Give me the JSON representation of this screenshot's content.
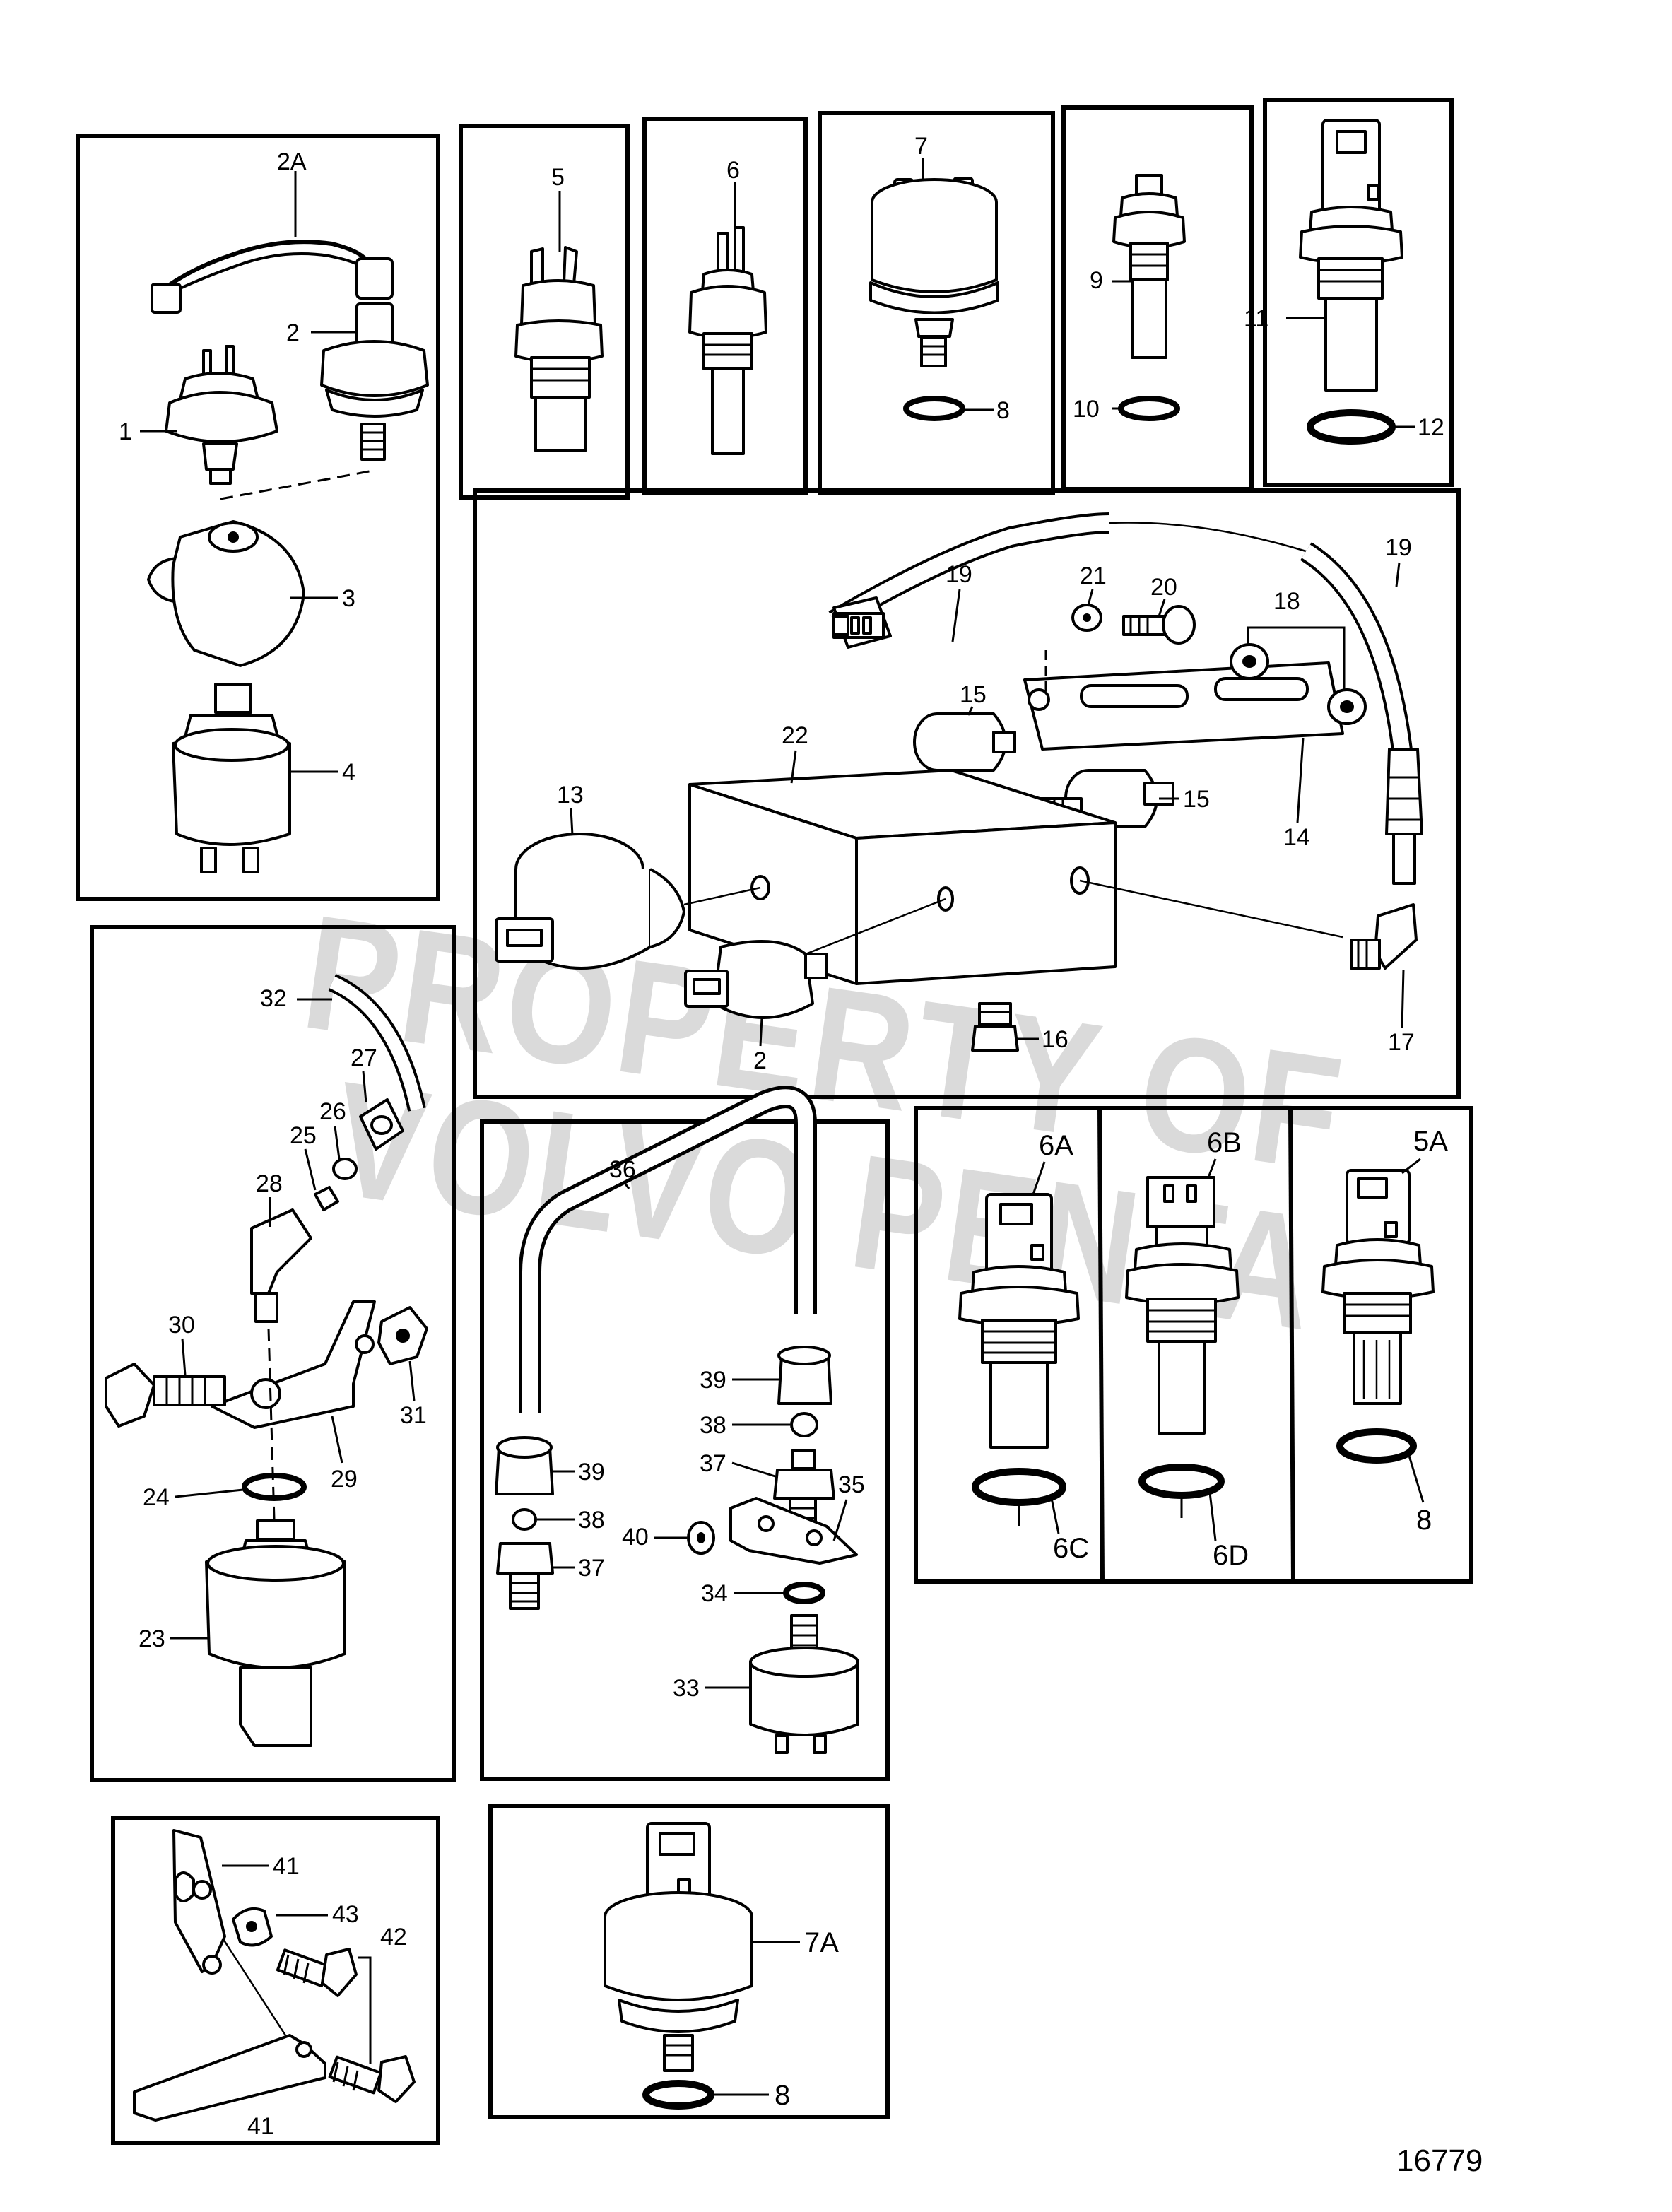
{
  "drawing_number": "16779",
  "watermark": {
    "line1": "PROPERTY OF",
    "line2": "VOLVO PENTA"
  },
  "callouts": {
    "c1": "1",
    "c2": "2",
    "c2a": "2A",
    "c3": "3",
    "c4": "4",
    "c5": "5",
    "c6": "6",
    "c7": "7",
    "c8": "8",
    "c9": "9",
    "c10": "10",
    "c11": "11",
    "c12": "12",
    "c13": "13",
    "c14": "14",
    "c15": "15",
    "c16": "16",
    "c17": "17",
    "c18": "18",
    "c19": "19",
    "c20": "20",
    "c21": "21",
    "c22": "22",
    "c23": "23",
    "c24": "24",
    "c25": "25",
    "c26": "26",
    "c27": "27",
    "c28": "28",
    "c29": "29",
    "c30": "30",
    "c31": "31",
    "c32": "32",
    "c33": "33",
    "c34": "34",
    "c35": "35",
    "c36": "36",
    "c37": "37",
    "c38": "38",
    "c39": "39",
    "c40": "40",
    "c41": "41",
    "c42": "42",
    "c43": "43",
    "c5a": "5A",
    "c6a": "6A",
    "c6b": "6B",
    "c6c": "6C",
    "c6d": "6D",
    "c7a": "7A"
  }
}
